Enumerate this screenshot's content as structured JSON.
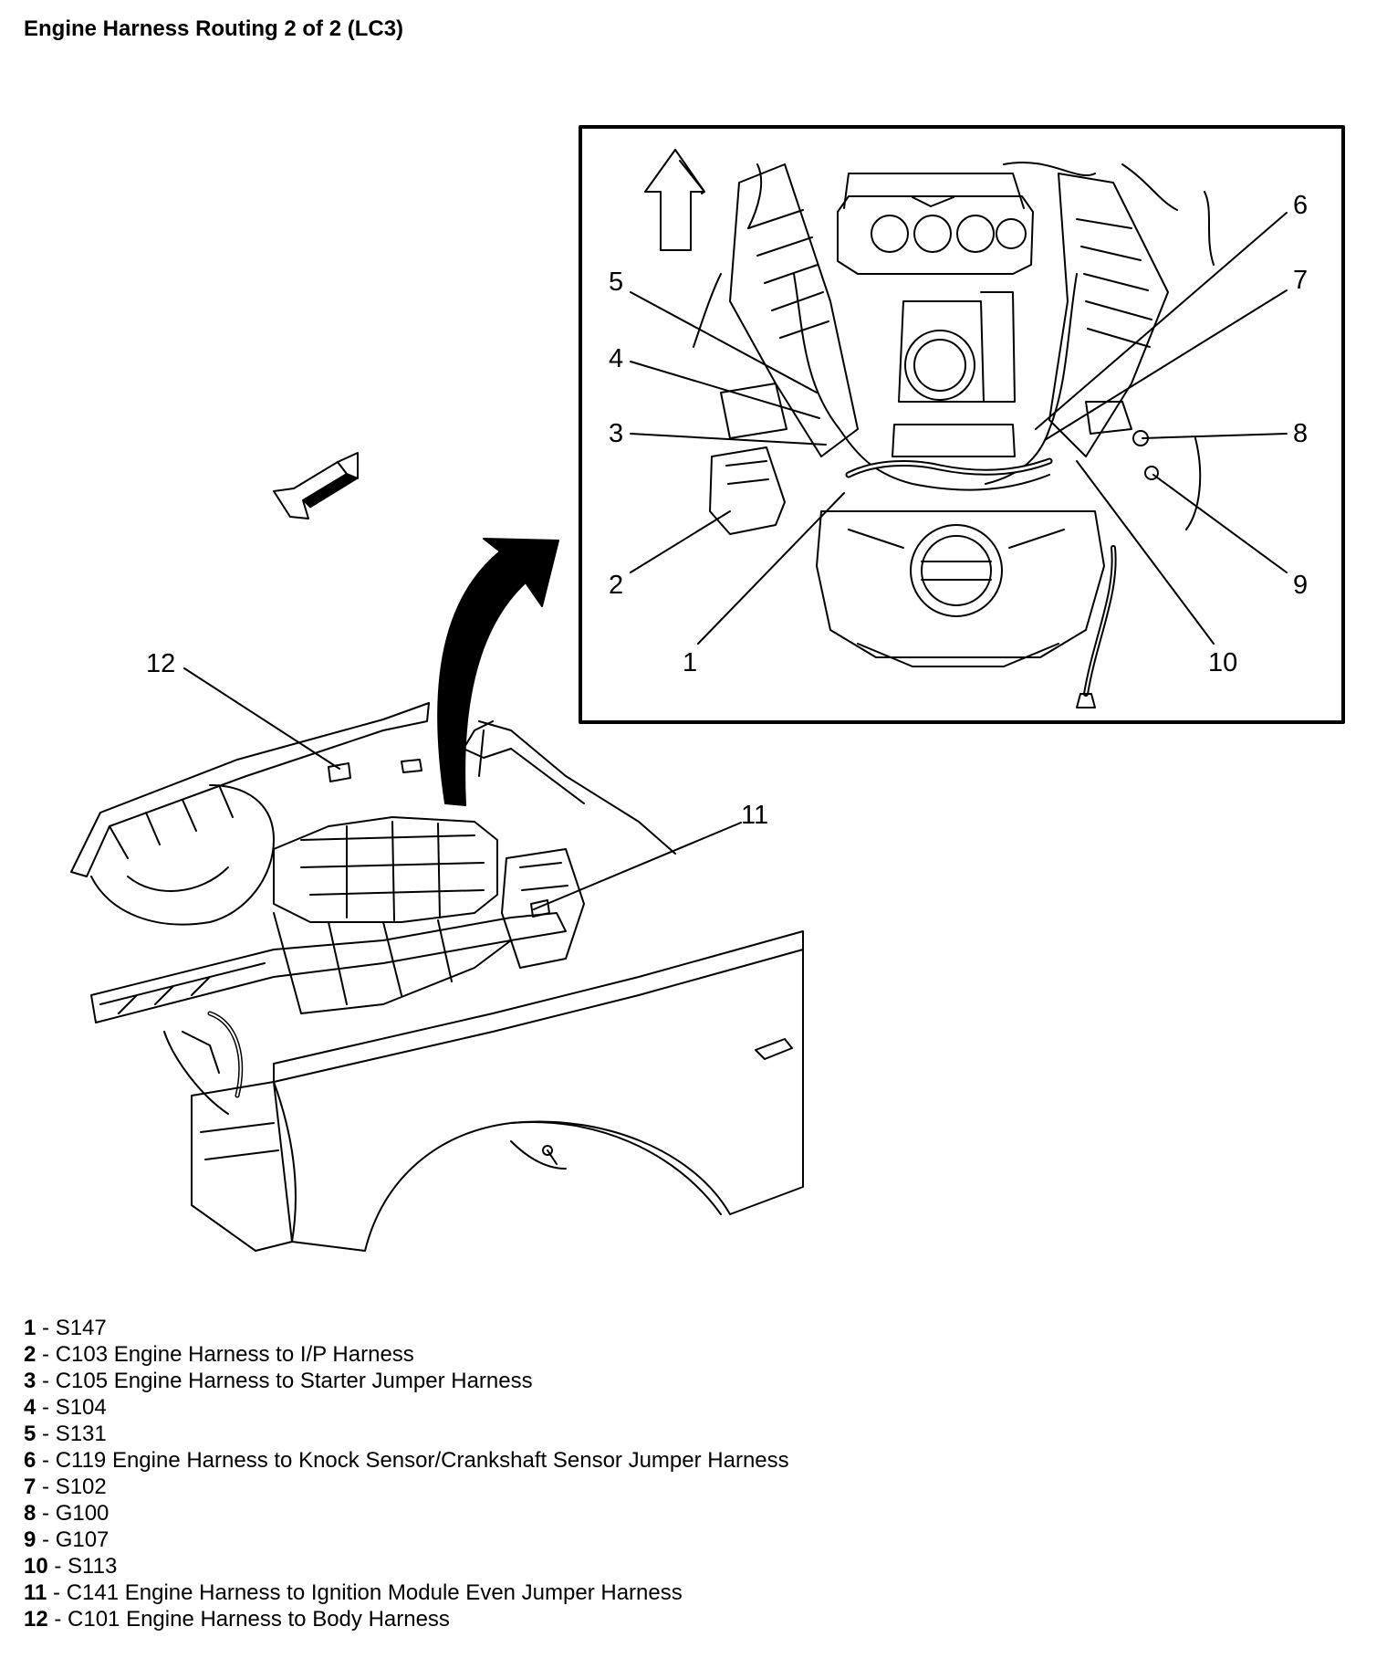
{
  "title": "Engine Harness Routing 2 of 2 (LC3)",
  "callouts": [
    "1",
    "2",
    "3",
    "4",
    "5",
    "6",
    "7",
    "8",
    "9",
    "10",
    "11",
    "12"
  ],
  "legend": [
    {
      "num": "1",
      "text": "S147"
    },
    {
      "num": "2",
      "text": "C103 Engine Harness to I/P Harness"
    },
    {
      "num": "3",
      "text": "C105 Engine Harness to Starter Jumper Harness"
    },
    {
      "num": "4",
      "text": "S104"
    },
    {
      "num": "5",
      "text": "S131"
    },
    {
      "num": "6",
      "text": "C119 Engine Harness to Knock Sensor/Crankshaft Sensor Jumper Harness"
    },
    {
      "num": "7",
      "text": "S102"
    },
    {
      "num": "8",
      "text": "G100"
    },
    {
      "num": "9",
      "text": "G107"
    },
    {
      "num": "10",
      "text": "S113"
    },
    {
      "num": "11",
      "text": "C141 Engine Harness to Ignition Module Even Jumper Harness"
    },
    {
      "num": "12",
      "text": "C101 Engine Harness to Body Harness"
    }
  ]
}
